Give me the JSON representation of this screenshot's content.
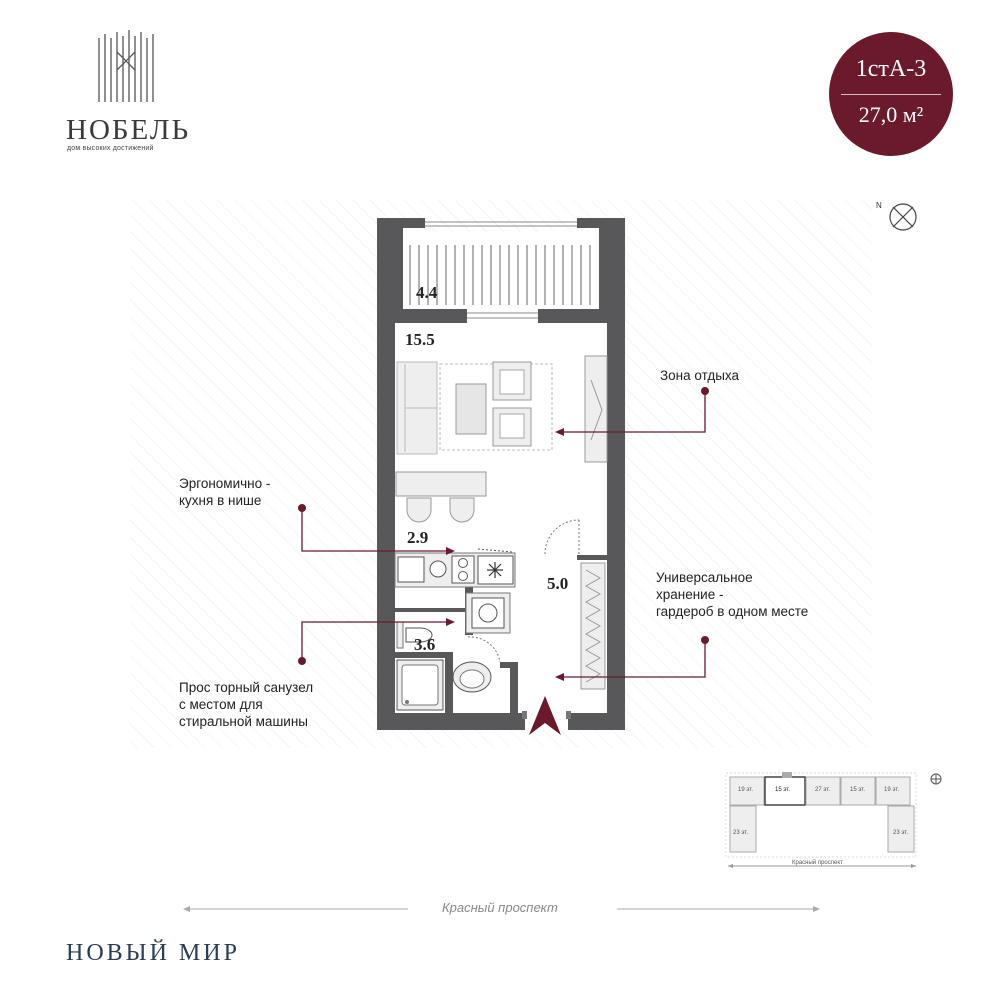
{
  "logo": {
    "name": "НОБЕЛЬ",
    "tagline": "дом высоких достижений"
  },
  "badge": {
    "code": "1стА-3",
    "area": "27,0 м²"
  },
  "rooms": {
    "balcony": "4.4",
    "living": "15.5",
    "kitchen": "2.9",
    "hall": "5.0",
    "bathroom": "3.6"
  },
  "callouts": {
    "rest": "Зона отдыха",
    "kitchen": [
      "Эргономично -",
      "кухня в нише"
    ],
    "storage": [
      "Универсальное",
      "хранение -",
      "гардероб в одном месте"
    ],
    "bathroom": [
      "Прос торный санузел",
      "с местом для",
      "стиральной машины"
    ]
  },
  "compass": {
    "label": "N"
  },
  "keyplan": {
    "floors": [
      "19 эт.",
      "15 эт.",
      "27 эт.",
      "15 эт.",
      "19 эт.",
      "23 эт.",
      "23 эт."
    ],
    "street": "Красный проспект"
  },
  "street": "Красный проспект",
  "footer": "НОВЫЙ МИР",
  "colors": {
    "accent": "#6b1a2c",
    "wall": "#58585a",
    "footer": "#2a3d57"
  }
}
